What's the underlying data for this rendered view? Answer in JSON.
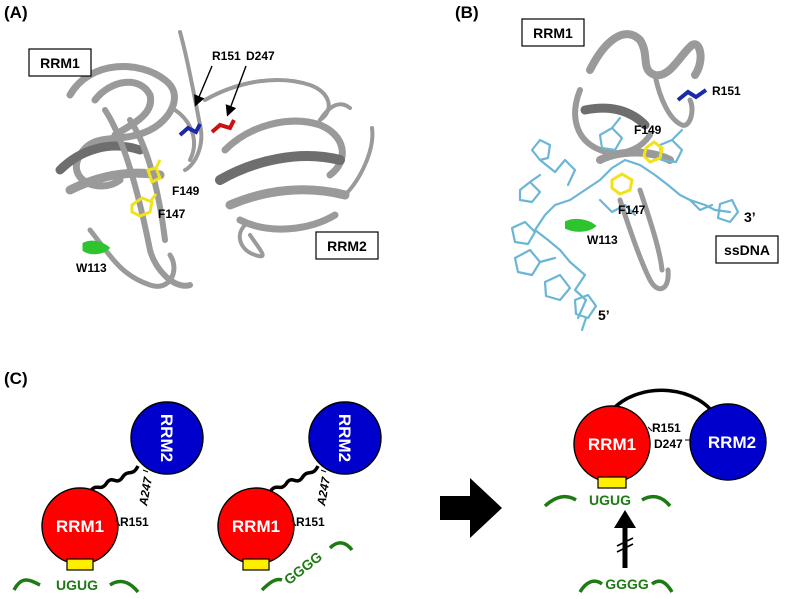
{
  "panels": {
    "a": {
      "label": "(A)",
      "rrm1_box": "RRM1",
      "rrm2_box": "RRM2",
      "residues": {
        "r151": "R151",
        "d247": "D247",
        "f149": "F149",
        "f147": "F147",
        "w113": "W113"
      }
    },
    "b": {
      "label": "(B)",
      "rrm1_box": "RRM1",
      "ssdna_box": "ssDNA",
      "residues": {
        "r151": "R151",
        "f149": "F149",
        "f147": "F147",
        "w113": "W113"
      },
      "ends": {
        "three_prime": "3’",
        "five_prime": "5’"
      }
    },
    "c": {
      "label": "(C)",
      "state1": {
        "rrm1": "RRM1",
        "rrm2": "RRM2",
        "r151": "R151",
        "a247": "A247",
        "rna": "UGUG"
      },
      "state2": {
        "rrm1": "RRM1",
        "rrm2": "RRM2",
        "r151": "R151",
        "a247": "A247",
        "rna": "GGGG"
      },
      "state3": {
        "rrm1": "RRM1",
        "rrm2": "RRM2",
        "r151": "R151",
        "d247": "D247",
        "rna_bound": "UGUG",
        "rna_free": "GGGG"
      }
    }
  },
  "colors": {
    "rrm1": "#ff0000",
    "rrm2": "#0000cc",
    "rna": "#1e7a12",
    "site": "#ffee00",
    "ribbon": "#9a9a9a",
    "dna": "#6bb6d6",
    "arg": "#1a2aa8",
    "asp": "#cc1111",
    "phe": "#f2e21a",
    "trp": "#2ec42e"
  }
}
